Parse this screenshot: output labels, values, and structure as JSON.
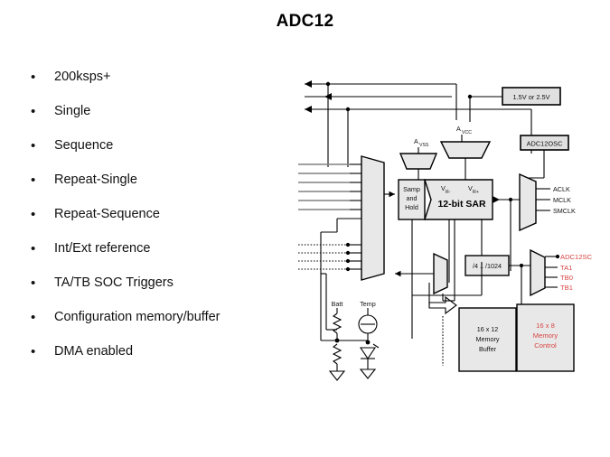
{
  "slide": {
    "title": "ADC12",
    "bullet_char": "•"
  },
  "bullets": [
    {
      "label": "200ksps+"
    },
    {
      "label": "Single"
    },
    {
      "label": "Sequence"
    },
    {
      "label": "Repeat-Single"
    },
    {
      "label": "Repeat-Sequence"
    },
    {
      "label": "Int/Ext reference"
    },
    {
      "label": "TA/TB SOC Triggers"
    },
    {
      "label": "Configuration memory/buffer"
    },
    {
      "label": "DMA enabled"
    }
  ],
  "diagram": {
    "name": "adc12-block-diagram",
    "blocks": {
      "ref_voltage": "1.5V or 2.5V",
      "osc": "ADC12OSC",
      "sample_hold_l1": "Samp",
      "sample_hold_l2": "and",
      "sample_hold_l3": "Hold",
      "sar": "12-bit SAR",
      "divider": "/4 .. /1024",
      "mem_buffer_l1": "16 x 12",
      "mem_buffer_l2": "Memory",
      "mem_buffer_l3": "Buffer",
      "mem_control_l1": "16 x 8",
      "mem_control_l2": "Memory",
      "mem_control_l3": "Control"
    },
    "labels": {
      "avcc_base": "A",
      "avcc_sub": "VCC",
      "avss_base": "A",
      "avss_sub": "VSS",
      "vrminus_base": "V",
      "vrminus_sub": "R-",
      "vrplus_base": "V",
      "vrplus_sub": "R+",
      "batt": "Batt",
      "temp": "Temp"
    },
    "clocks": [
      {
        "label": "ACLK"
      },
      {
        "label": "MCLK"
      },
      {
        "label": "SMCLK"
      }
    ],
    "triggers": [
      {
        "label": "ADC12SC"
      },
      {
        "label": "TA1"
      },
      {
        "label": "TB0"
      },
      {
        "label": "TB1"
      }
    ],
    "colors": {
      "trigger_text": "#d94444",
      "memory_control_text": "#d94444",
      "block_fill": "#e8e8e8",
      "wire": "#000000",
      "bus_wire": "#808080"
    }
  }
}
